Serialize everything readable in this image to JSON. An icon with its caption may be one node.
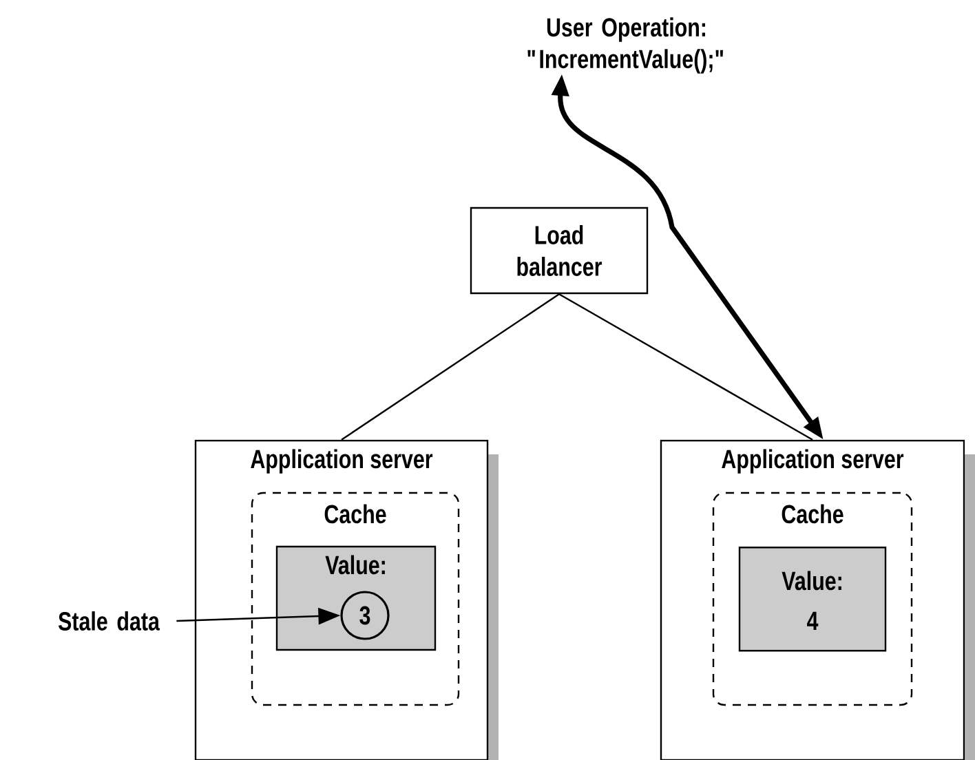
{
  "diagram": {
    "nodes": [
      {
        "text": [
          "User Operation: \"IncrementValue();\""
        ]
      },
      {
        "text": [
          "Load balancer"
        ]
      },
      {
        "text": [
          "Application server"
        ]
      },
      {
        "text": [
          "Cache"
        ],
        "in": 2
      },
      {
        "text": [
          "Value:"
        ],
        "in": 3
      },
      {
        "text": [
          "3"
        ],
        "in": 4
      },
      {
        "text": [
          "Stale data"
        ]
      },
      {
        "text": [
          "Application server"
        ]
      },
      {
        "text": [
          "Cache"
        ],
        "in": 7
      },
      {
        "text": [
          "Value: 4"
        ],
        "in": 8
      }
    ],
    "edges": [
      {
        "from": 1,
        "to": 2,
        "arrow": "none"
      },
      {
        "from": 1,
        "to": 7,
        "arrow": "none"
      },
      {
        "from": 0,
        "to": 7,
        "arrow": "both",
        "style": "thick"
      },
      {
        "from": 6,
        "to": 5,
        "arrow": "to"
      }
    ]
  }
}
